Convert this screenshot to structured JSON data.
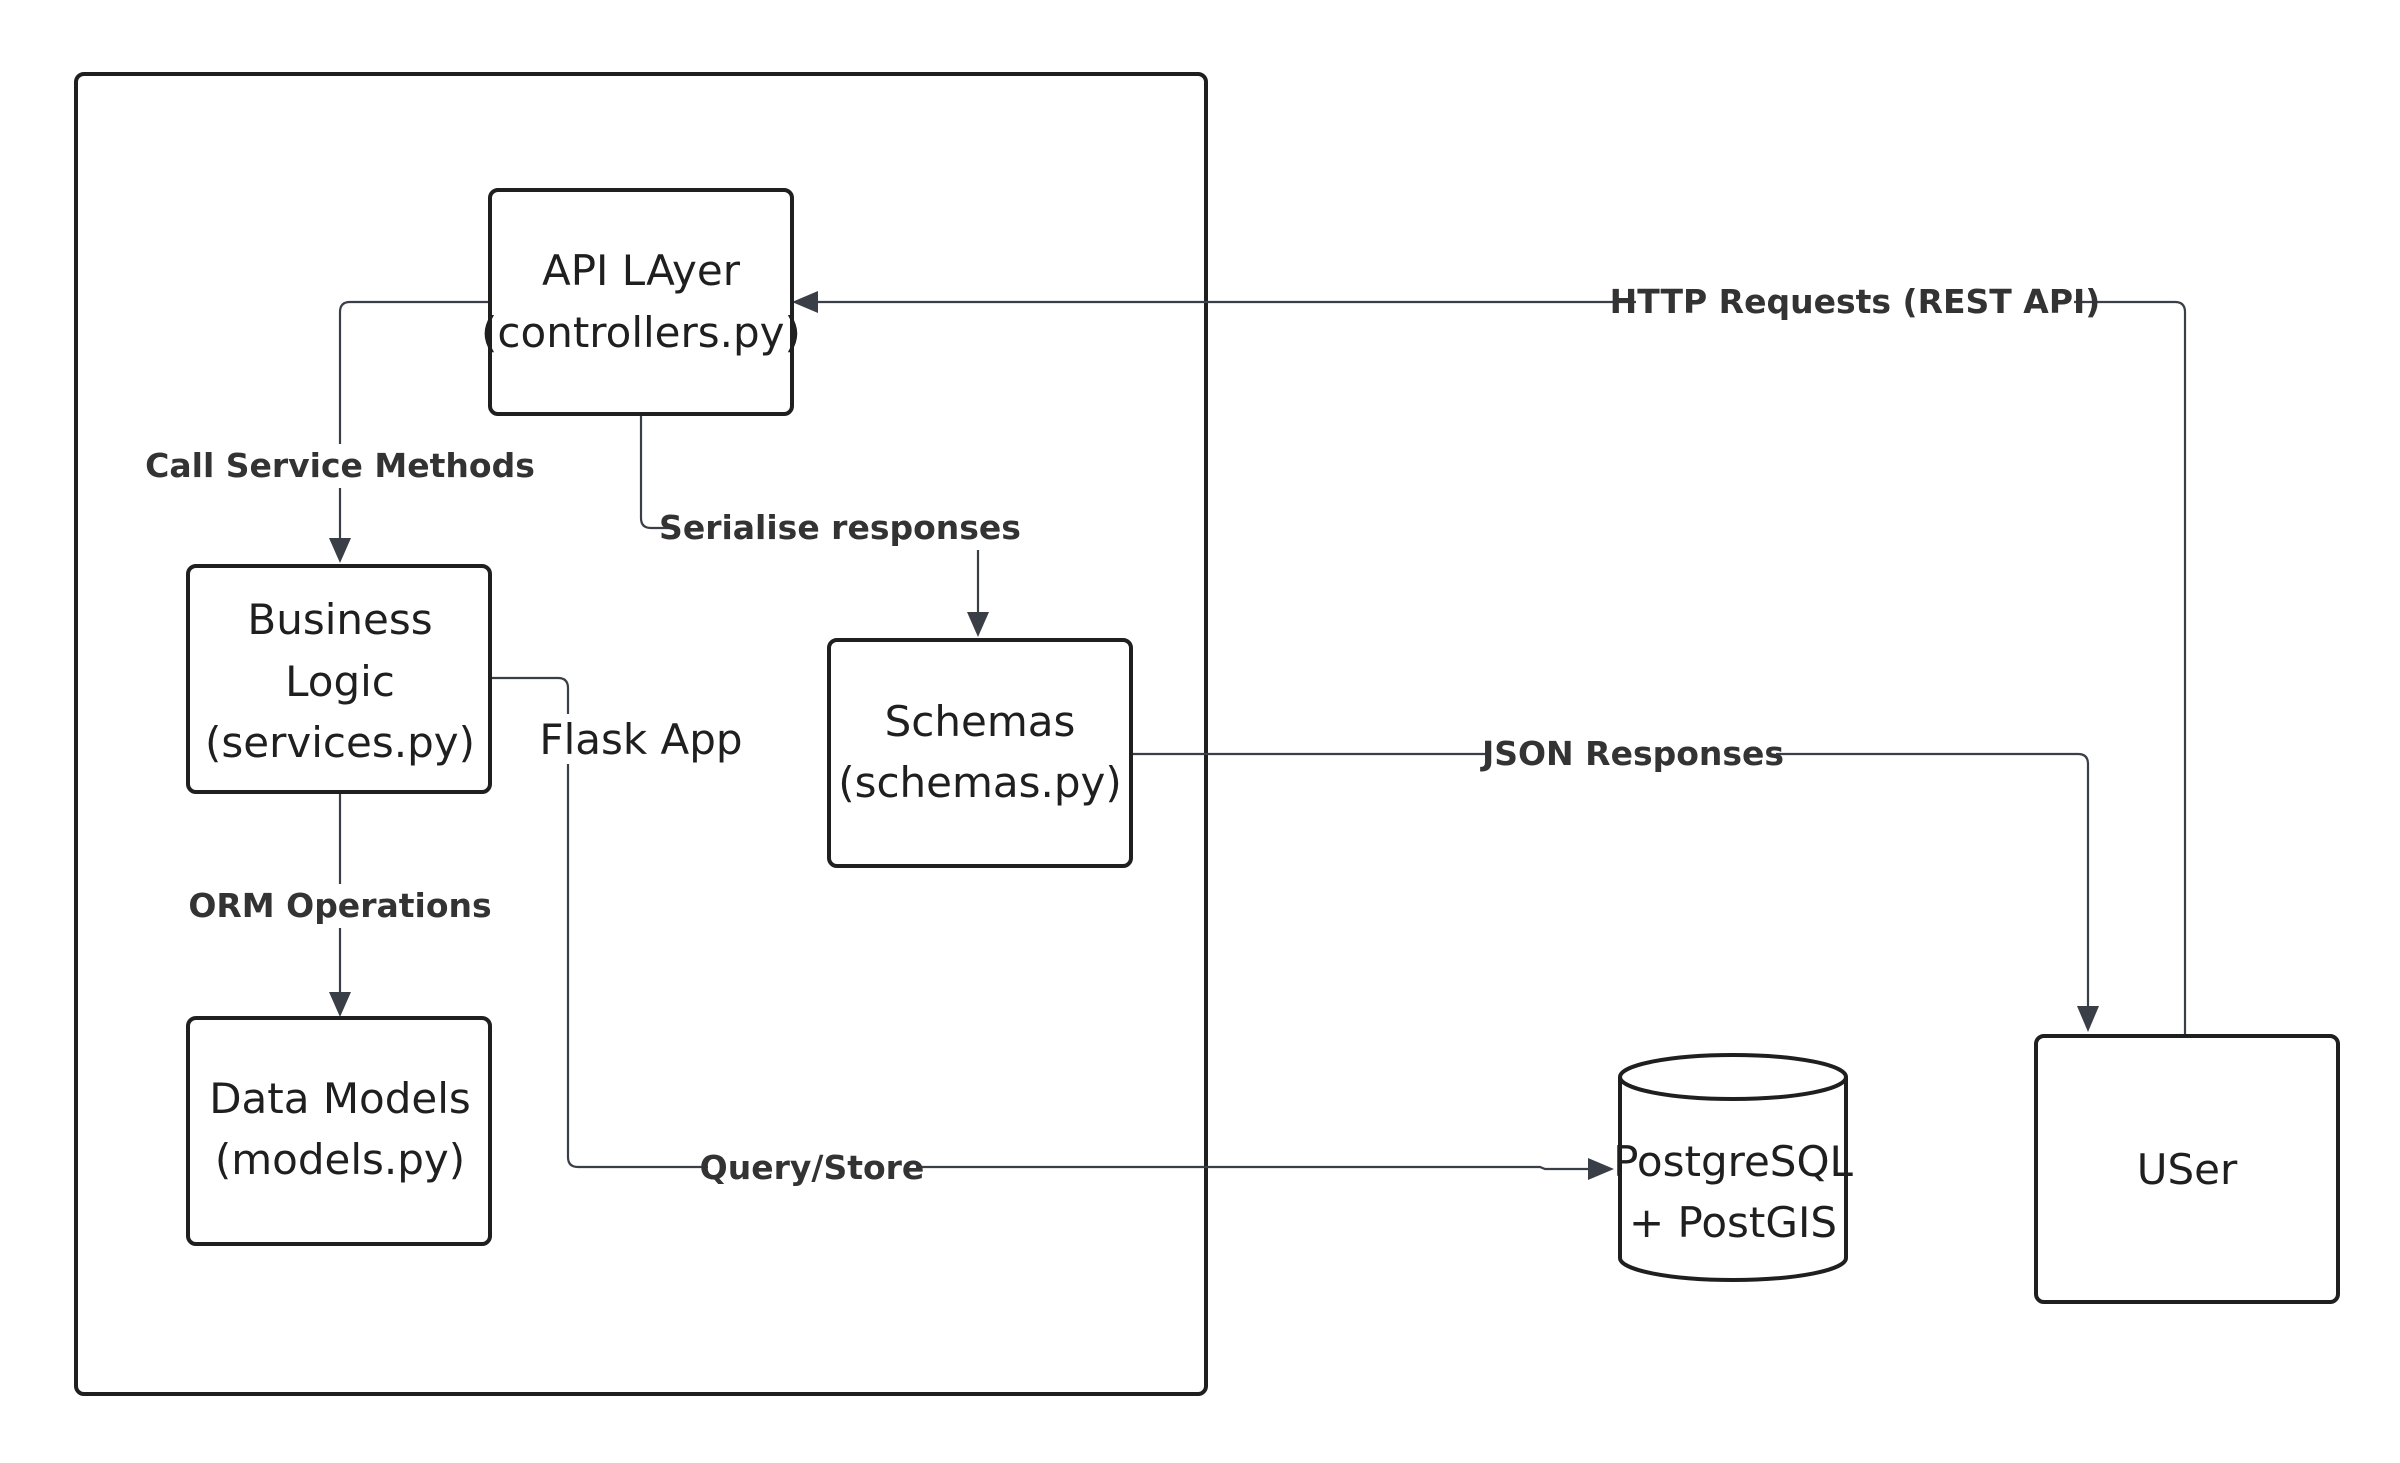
{
  "container": {
    "label": "Flask App"
  },
  "nodes": {
    "api": {
      "line1": "API LAyer",
      "line2": "(controllers.py)"
    },
    "business": {
      "line1": "Business",
      "line2": "Logic",
      "line3": "(services.py)"
    },
    "schemas": {
      "line1": "Schemas",
      "line2": "(schemas.py)"
    },
    "models": {
      "line1": "Data Models",
      "line2": "(models.py)"
    },
    "database": {
      "line1": "PostgreSQL",
      "line2": "+ PostGIS"
    },
    "user": {
      "label": "USer"
    }
  },
  "edges": {
    "call_service": "Call Service Methods",
    "serialise": "Serialise responses",
    "orm": "ORM Operations",
    "http": "HTTP Requests (REST API)",
    "json": "JSON Responses",
    "query": "Query/Store"
  },
  "colors": {
    "stroke": "#1f1f1f",
    "edge": "#3a3f47",
    "label": "#333333"
  }
}
